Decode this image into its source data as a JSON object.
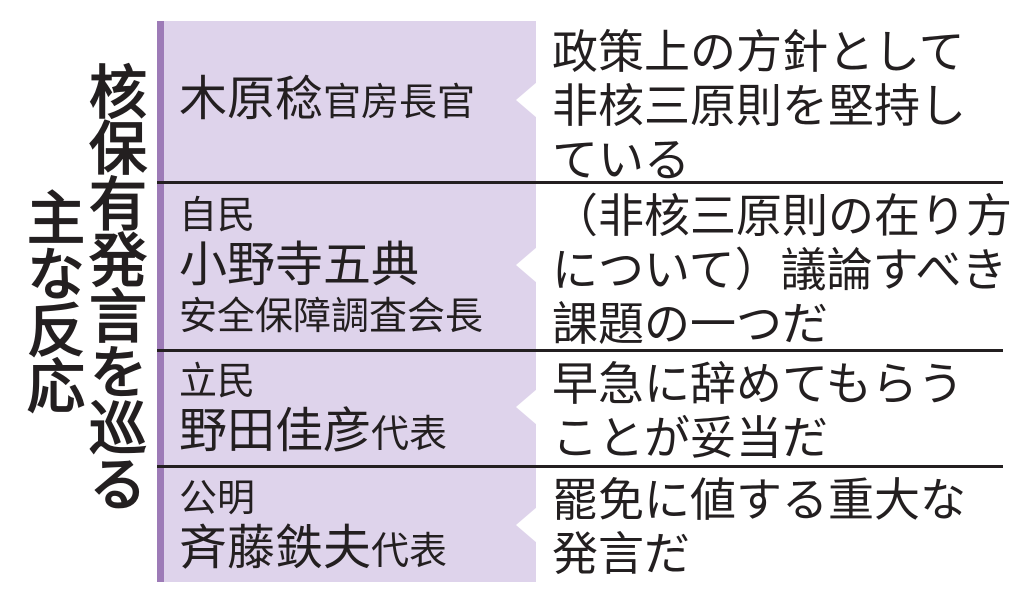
{
  "title": {
    "line1": "核保有発言を巡る",
    "line2": "主な反応"
  },
  "colors": {
    "accent_bar": "#9d7bb7",
    "name_column_bg": "#ded3eb",
    "text": "#231f20",
    "divider": "#231f20"
  },
  "rows": [
    {
      "party": "",
      "name": "木原稔",
      "position_inline": "官房長官",
      "position_below": "",
      "quote_lines": [
        "政策上の方針として",
        "非核三原則を堅持し",
        "ている"
      ]
    },
    {
      "party": "自民",
      "name": "小野寺五典",
      "position_inline": "",
      "position_below": "安全保障調査会長",
      "quote_lines": [
        "（非核三原則の在り方",
        "について）議論すべき",
        "課題の一つだ"
      ]
    },
    {
      "party": "立民",
      "name": "野田佳彦",
      "position_inline": "代表",
      "position_below": "",
      "quote_lines": [
        "早急に辞めてもらう",
        "ことが妥当だ"
      ]
    },
    {
      "party": "公明",
      "name": "斉藤鉄夫",
      "position_inline": "代表",
      "position_below": "",
      "quote_lines": [
        "罷免に値する重大な",
        "発言だ"
      ]
    }
  ]
}
